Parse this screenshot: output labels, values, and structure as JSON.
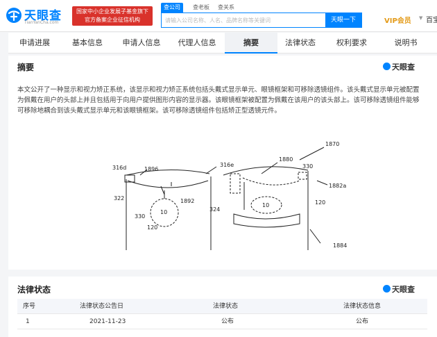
{
  "header": {
    "logo_text": "天眼查",
    "logo_sub": "TianYanCha.com",
    "gov_badge_line1": "国家中小企业发展子基金旗下",
    "gov_badge_line2": "官方备案企业征信机构",
    "search_tabs": [
      "查公司",
      "查老板",
      "查关系"
    ],
    "search_placeholder": "请输入公司名称、人名、品牌名称等关键词",
    "search_button": "天眼一下",
    "vip_label": "VIP会员",
    "more_label": "百宝",
    "colors": {
      "brand": "#0084ff",
      "badge": "#d9322b",
      "vip": "#e39a17"
    }
  },
  "nav": {
    "tabs": [
      "申请进展",
      "基本信息",
      "申请人信息",
      "代理人信息",
      "摘要",
      "法律状态",
      "权利要求",
      "说明书"
    ],
    "active": "摘要"
  },
  "abstract": {
    "title": "摘要",
    "brand": "天眼查",
    "text": "本文公开了一种显示和视力矫正系统，该显示和视力矫正系统包括头戴式显示单元、眼镜框架和可移除透镜组件。该头戴式显示单元被配置为佩戴在用户的头部上并且包括用于向用户提供图形内容的显示器。该眼镜框架被配置为佩戴在该用户的该头部上。该可移除透镜组件能够可移除地耦合到该头戴式显示单元和该眼镜框架。该可移除透镜组件包括矫正型透镜元件。",
    "figure_labels": [
      "1870",
      "1880",
      "330",
      "1882a",
      "120",
      "1884",
      "316d",
      "1896",
      "316e",
      "322",
      "330",
      "1892",
      "324",
      "120",
      "10",
      "10"
    ]
  },
  "legal": {
    "title": "法律状态",
    "brand": "天眼查",
    "columns": [
      "序号",
      "法律状态公告日",
      "法律状态",
      "法律状态信息"
    ],
    "rows": [
      {
        "no": "1",
        "date": "2021-11-23",
        "status": "公布",
        "info": "公布"
      }
    ]
  }
}
